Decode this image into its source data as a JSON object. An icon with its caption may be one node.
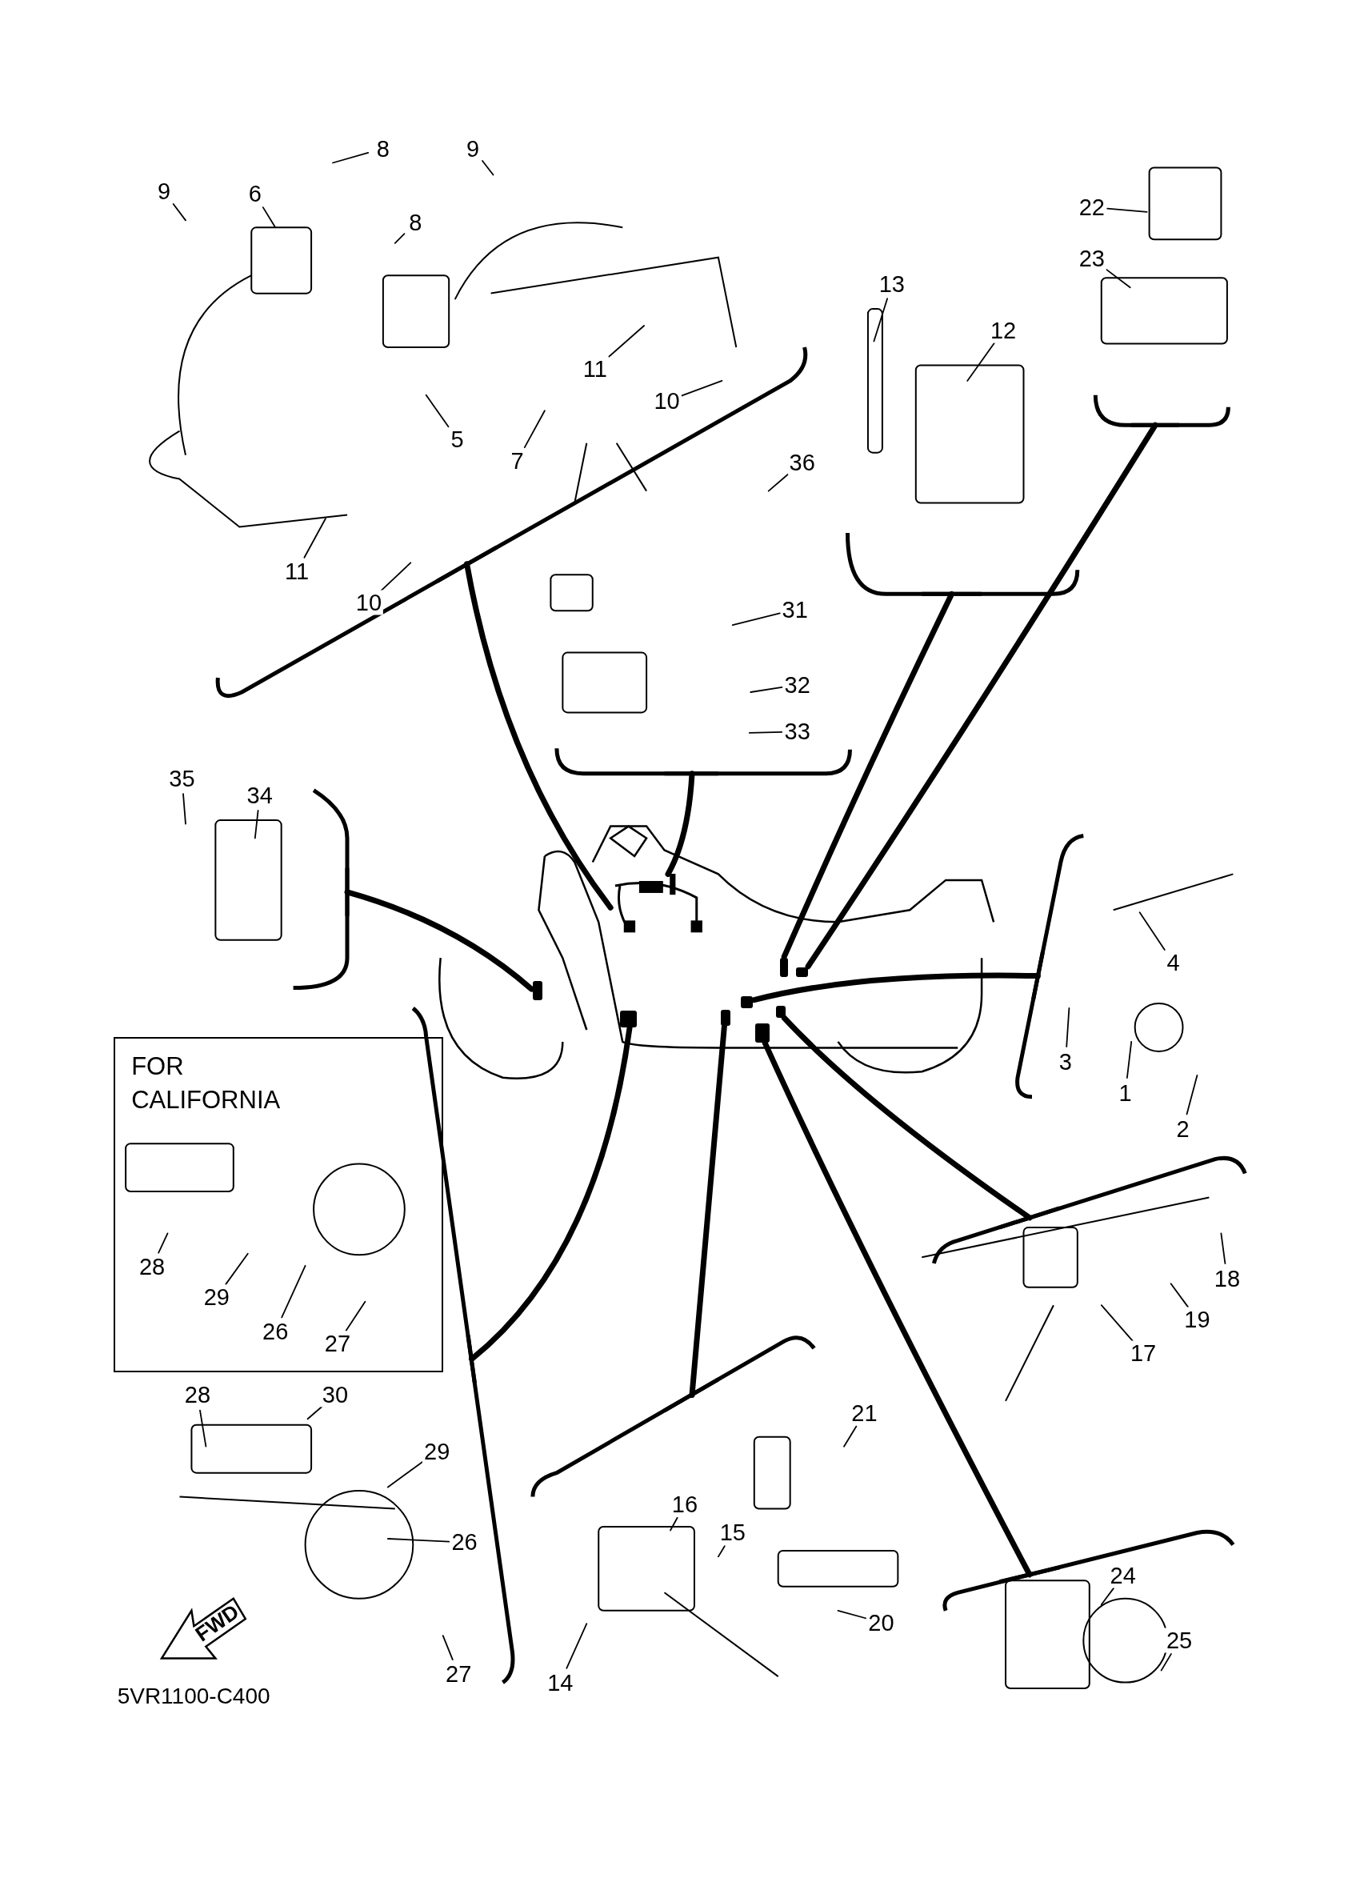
{
  "diagram": {
    "nodes": [
      {
        "text": [
          "8"
        ]
      },
      {
        "text": [
          "9"
        ]
      },
      {
        "text": [
          "9"
        ]
      },
      {
        "text": [
          "6"
        ]
      },
      {
        "text": [
          "22"
        ]
      },
      {
        "text": [
          "8"
        ]
      },
      {
        "text": [
          "23"
        ]
      },
      {
        "text": [
          "13"
        ]
      },
      {
        "text": [
          "12"
        ]
      },
      {
        "text": [
          "11"
        ]
      },
      {
        "text": [
          "10"
        ]
      },
      {
        "text": [
          "5"
        ]
      },
      {
        "text": [
          "7"
        ]
      },
      {
        "text": [
          "36"
        ]
      },
      {
        "text": [
          "11"
        ]
      },
      {
        "text": [
          "10"
        ]
      },
      {
        "text": [
          "31"
        ]
      },
      {
        "text": [
          "32"
        ]
      },
      {
        "text": [
          "33"
        ]
      },
      {
        "text": [
          "35"
        ]
      },
      {
        "text": [
          "34"
        ]
      },
      {
        "text": [
          "4"
        ]
      },
      {
        "text": [
          "FOR CALIFORNIA"
        ]
      },
      {
        "text": [
          "3"
        ]
      },
      {
        "text": [
          "1"
        ]
      },
      {
        "text": [
          "2"
        ]
      },
      {
        "text": [
          "28"
        ],
        "in": 22
      },
      {
        "text": [
          "18"
        ]
      },
      {
        "text": [
          "29"
        ],
        "in": 22
      },
      {
        "text": [
          "19"
        ]
      },
      {
        "text": [
          "26"
        ],
        "in": 22
      },
      {
        "text": [
          "27"
        ],
        "in": 22
      },
      {
        "text": [
          "17"
        ]
      },
      {
        "text": [
          "28"
        ]
      },
      {
        "text": [
          "30"
        ]
      },
      {
        "text": [
          "21"
        ]
      },
      {
        "text": [
          "29"
        ]
      },
      {
        "text": [
          "16"
        ]
      },
      {
        "text": [
          "15"
        ]
      },
      {
        "text": [
          "26"
        ]
      },
      {
        "text": [
          "24"
        ]
      },
      {
        "text": [
          "20"
        ]
      },
      {
        "text": [
          "25"
        ]
      },
      {
        "text": [
          "27"
        ]
      },
      {
        "text": [
          "14"
        ]
      },
      {
        "text": [],
        "shape": "picture"
      },
      {
        "text": [],
        "shape": "box"
      },
      {
        "text": [],
        "shape": "box"
      },
      {
        "text": [],
        "shape": "box"
      },
      {
        "text": [],
        "shape": "box"
      },
      {
        "text": [],
        "shape": "box"
      },
      {
        "text": [],
        "shape": "box"
      },
      {
        "text": [],
        "shape": "box"
      },
      {
        "text": [],
        "shape": "box"
      },
      {
        "text": [],
        "shape": "bracket"
      },
      {
        "text": [],
        "shape": "bracket"
      },
      {
        "text": [],
        "shape": "bracket"
      },
      {
        "text": [],
        "shape": "bracket"
      },
      {
        "text": [],
        "shape": "bracket"
      },
      {
        "text": [],
        "shape": "bracket"
      },
      {
        "text": [],
        "shape": "bracket"
      },
      {
        "text": [],
        "shape": "bracket"
      },
      {
        "text": [],
        "shape": "bracket"
      },
      {
        "text": [],
        "shape": "bracket"
      }
    ],
    "edges": [
      {
        "from": 0,
        "to": null,
        "arrow": "none"
      },
      {
        "from": 1,
        "to": null,
        "arrow": "none"
      },
      {
        "from": 2,
        "to": null,
        "arrow": "none"
      },
      {
        "from": 3,
        "to": null,
        "arrow": "none"
      },
      {
        "from": 4,
        "to": null,
        "arrow": "none"
      },
      {
        "from": 5,
        "to": null,
        "arrow": "none"
      },
      {
        "from": 6,
        "to": null,
        "arrow": "none"
      },
      {
        "from": 7,
        "to": null,
        "arrow": "none"
      },
      {
        "from": 8,
        "to": null,
        "arrow": "none"
      },
      {
        "from": 9,
        "to": null,
        "arrow": "none"
      },
      {
        "from": 10,
        "to": null,
        "arrow": "none"
      },
      {
        "from": 11,
        "to": null,
        "arrow": "none"
      },
      {
        "from": 12,
        "to": null,
        "arrow": "none"
      },
      {
        "from": 13,
        "to": null,
        "arrow": "none"
      },
      {
        "from": 14,
        "to": null,
        "arrow": "none"
      },
      {
        "from": 15,
        "to": null,
        "arrow": "none"
      },
      {
        "from": 16,
        "to": null,
        "arrow": "none"
      },
      {
        "from": 17,
        "to": null,
        "arrow": "none"
      },
      {
        "from": 18,
        "to": null,
        "arrow": "none"
      },
      {
        "from": 19,
        "to": null,
        "arrow": "none"
      },
      {
        "from": 20,
        "to": null,
        "arrow": "none"
      },
      {
        "from": 21,
        "to": null,
        "arrow": "none"
      },
      {
        "from": 23,
        "to": null,
        "arrow": "none"
      },
      {
        "from": 24,
        "to": null,
        "arrow": "none"
      },
      {
        "from": 25,
        "to": null,
        "arrow": "none"
      },
      {
        "from": 26,
        "to": null,
        "arrow": "none"
      },
      {
        "from": 27,
        "to": null,
        "arrow": "none"
      },
      {
        "from": 28,
        "to": null,
        "arrow": "none"
      },
      {
        "from": 29,
        "to": null,
        "arrow": "none"
      },
      {
        "from": 30,
        "to": null,
        "arrow": "none"
      },
      {
        "from": 31,
        "to": null,
        "arrow": "none"
      },
      {
        "from": 32,
        "to": null,
        "arrow": "none"
      },
      {
        "from": 33,
        "to": null,
        "arrow": "none"
      },
      {
        "from": 34,
        "to": null,
        "arrow": "none"
      },
      {
        "from": 35,
        "to": null,
        "arrow": "none"
      },
      {
        "from": 36,
        "to": null,
        "arrow": "none"
      },
      {
        "from": 37,
        "to": null,
        "arrow": "none"
      },
      {
        "from": 38,
        "to": null,
        "arrow": "none"
      },
      {
        "from": 39,
        "to": null,
        "arrow": "none"
      },
      {
        "from": 40,
        "to": null,
        "arrow": "none"
      },
      {
        "from": 41,
        "to": null,
        "arrow": "none"
      },
      {
        "from": 42,
        "to": null,
        "arrow": "none"
      },
      {
        "from": 43,
        "to": null,
        "arrow": "none"
      },
      {
        "from": 44,
        "to": null,
        "arrow": "none"
      },
      {
        "from": 54,
        "to": 45,
        "arrow": "none",
        "style": "thick"
      },
      {
        "from": 55,
        "to": 45,
        "arrow": "none",
        "style": "thick"
      },
      {
        "from": 56,
        "to": 46,
        "arrow": "none",
        "style": "thick"
      },
      {
        "from": 57,
        "to": 47,
        "arrow": "none",
        "style": "thick"
      },
      {
        "from": 58,
        "to": 48,
        "arrow": "none",
        "style": "thick"
      },
      {
        "from": 59,
        "to": 49,
        "arrow": "none",
        "style": "thick"
      },
      {
        "from": 60,
        "to": 50,
        "arrow": "none",
        "style": "thick"
      },
      {
        "from": 63,
        "to": 51,
        "arrow": "none",
        "style": "thick"
      },
      {
        "from": 61,
        "to": 52,
        "arrow": "none",
        "style": "thick"
      },
      {
        "from": 62,
        "to": 53,
        "arrow": "none",
        "style": "thick"
      }
    ],
    "labels": [
      "FWD",
      "5VR1100-C400"
    ]
  }
}
